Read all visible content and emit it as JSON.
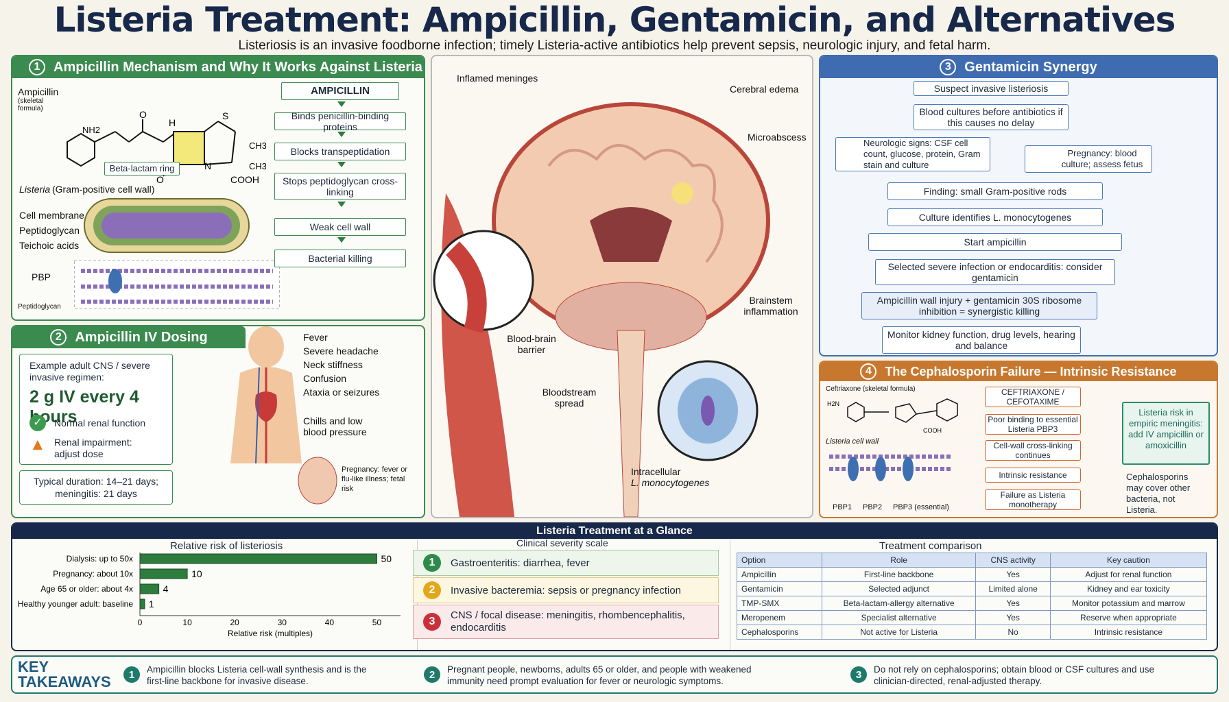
{
  "header": {
    "title": "Listeria Treatment: Ampicillin, Gentamicin, and Alternatives",
    "subtitle": "Listeriosis is an invasive foodborne infection; timely Listeria-active antibiotics help prevent sepsis, neurologic injury, and fetal harm."
  },
  "panel1": {
    "number": "1",
    "title": "Ampicillin Mechanism and Why It Works Against Listeria",
    "ampicillin_label": "Ampicillin",
    "ampicillin_sub": "(skeletal formula)",
    "atoms": {
      "nh2": "NH2",
      "o1": "O",
      "h": "H",
      "n": "N",
      "s": "S",
      "ch3a": "CH3",
      "ch3b": "CH3",
      "o2": "O",
      "cooh": "COOH"
    },
    "beta_lactam": "Beta-lactam ring",
    "listeria_label": "Listeria",
    "listeria_sub": "(Gram-positive cell wall)",
    "cell_labels": [
      "Cell membrane",
      "Peptidoglycan",
      "Teichoic acids"
    ],
    "pbp": "PBP",
    "peptidoglycan": "Peptidoglycan",
    "flow": [
      "AMPICILLIN",
      "Binds penicillin-binding proteins",
      "Blocks transpeptidation",
      "Stops peptidoglycan cross-linking",
      "Weak cell wall",
      "Bacterial killing"
    ]
  },
  "panel2": {
    "number": "2",
    "title": "Ampicillin IV Dosing",
    "regimen_label": "Example adult CNS / severe invasive regimen:",
    "dose": "2 g IV every 4 hours",
    "normal": "Normal renal function",
    "impairment": "Renal impairment: adjust dose",
    "duration": "Typical duration: 14–21 days; meningitis: 21 days",
    "symptoms": [
      "Fever",
      "Severe headache",
      "Neck stiffness",
      "Confusion",
      "Ataxia or seizures",
      "Chills and low blood pressure"
    ],
    "pregnancy": "Pregnancy: fever or flu-like illness; fetal risk"
  },
  "center": {
    "labels": [
      "Inflamed meninges",
      "Cerebral edema",
      "Microabscess",
      "Brainstem inflammation",
      "Blood-brain barrier",
      "Bloodstream spread",
      "Intracellular",
      "L. monocytogenes"
    ]
  },
  "panel3": {
    "number": "3",
    "title": "Gentamicin Synergy",
    "steps": [
      "Suspect invasive listeriosis",
      "Blood cultures before antibiotics if this causes no delay",
      "Neurologic signs: CSF cell count, glucose, protein, Gram stain and culture",
      "Pregnancy: blood culture; assess fetus",
      "Finding: small Gram-positive rods",
      "Culture identifies L. monocytogenes",
      "Start ampicillin",
      "Selected severe infection or endocarditis: consider gentamicin",
      "Ampicillin wall injury + gentamicin 30S ribosome inhibition = synergistic killing",
      "Monitor kidney function, drug levels, hearing and balance"
    ]
  },
  "panel4": {
    "number": "4",
    "title": "The Cephalosporin Failure — Intrinsic Resistance",
    "ceftriaxone_label": "Ceftriaxone (skeletal formula)",
    "atoms": {
      "h2n": "H2N",
      "cooh": "COOH"
    },
    "cell_wall": "Listeria cell wall",
    "pbps": [
      "PBP1",
      "PBP2",
      "PBP3 (essential)"
    ],
    "flow": [
      "CEFTRIAXONE / CEFOTAXIME",
      "Poor binding to essential Listeria PBP3",
      "Cell-wall cross-linking continues",
      "Intrinsic resistance",
      "Failure as Listeria monotherapy"
    ],
    "risk_note": "Listeria risk in empiric meningitis: add IV ampicillin or amoxicillin",
    "other_note": "Cephalosporins may cover other bacteria, not Listeria."
  },
  "bottom": {
    "title": "Listeria Treatment at a Glance",
    "chart_data": {
      "type": "bar",
      "title": "Relative risk of listeriosis",
      "categories": [
        "Dialysis: up to 50x",
        "Pregnancy: about 10x",
        "Age 65 or older: about 4x",
        "Healthy younger adult: baseline"
      ],
      "values": [
        50,
        10,
        4,
        1
      ],
      "xlabel": "Relative risk (multiples)",
      "xlim": [
        0,
        55
      ],
      "xticks": [
        "0",
        "10",
        "20",
        "30",
        "40",
        "50"
      ],
      "color": "#2e7d3e"
    },
    "severity": {
      "title": "Clinical severity scale",
      "items": [
        {
          "n": "1",
          "text": "Gastroenteritis: diarrhea, fever"
        },
        {
          "n": "2",
          "text": "Invasive bacteremia: sepsis or pregnancy infection"
        },
        {
          "n": "3",
          "text": "CNS / focal disease: meningitis, rhombencephalitis, endocarditis"
        }
      ]
    },
    "comparison": {
      "title": "Treatment comparison",
      "headers": [
        "Option",
        "Role",
        "CNS activity",
        "Key caution"
      ],
      "rows": [
        [
          "Ampicillin",
          "First-line backbone",
          "Yes",
          "Adjust for renal function"
        ],
        [
          "Gentamicin",
          "Selected adjunct",
          "Limited alone",
          "Kidney and ear toxicity"
        ],
        [
          "TMP-SMX",
          "Beta-lactam-allergy alternative",
          "Yes",
          "Monitor potassium and marrow"
        ],
        [
          "Meropenem",
          "Specialist alternative",
          "Yes",
          "Reserve when appropriate"
        ],
        [
          "Cephalosporins",
          "Not active for Listeria",
          "No",
          "Intrinsic resistance"
        ]
      ]
    }
  },
  "takeaways": {
    "label": "KEY TAKEAWAYS",
    "items": [
      {
        "n": "1",
        "text": "Ampicillin blocks Listeria cell-wall synthesis and is the first-line backbone for invasive disease."
      },
      {
        "n": "2",
        "text": "Pregnant people, newborns, adults 65 or older, and people with weakened immunity need prompt evaluation for fever or neurologic symptoms."
      },
      {
        "n": "3",
        "text": "Do not rely on cephalosporins; obtain blood or CSF cultures and use clinician-directed, renal-adjusted therapy."
      }
    ]
  }
}
